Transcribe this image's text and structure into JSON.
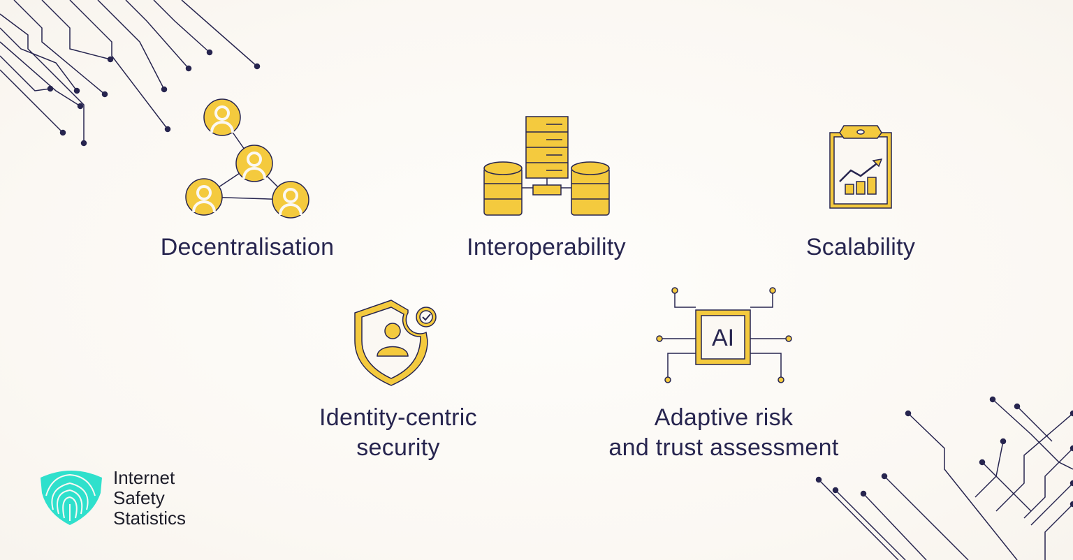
{
  "features": [
    {
      "label": "Decentralisation",
      "icon": "network-users-icon"
    },
    {
      "label": "Interoperability",
      "icon": "server-databases-icon"
    },
    {
      "label": "Scalability",
      "icon": "clipboard-growth-chart-icon"
    },
    {
      "label_line1": "Identity-centric",
      "label_line2": "security",
      "icon": "shield-user-check-icon"
    },
    {
      "label_line1": "Adaptive risk",
      "label_line2": "and trust assessment",
      "icon": "ai-chip-icon",
      "chip_text": "AI"
    }
  ],
  "logo": {
    "line1": "Internet",
    "line2": "Safety",
    "line3": "Statistics",
    "icon": "fingerprint-shield-icon"
  },
  "colors": {
    "background": "#fbf8f3",
    "accent": "#f4ca3e",
    "ink": "#27254f",
    "logo": "#2fe0cc"
  }
}
